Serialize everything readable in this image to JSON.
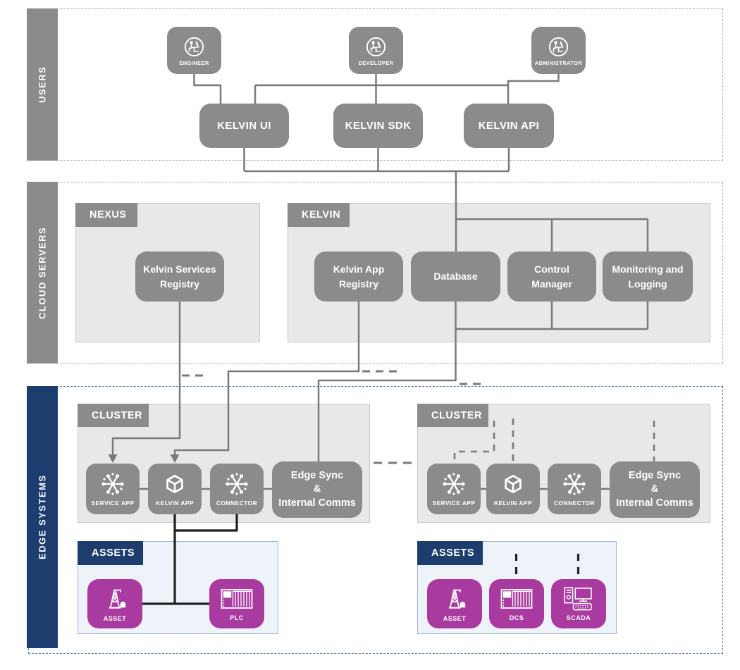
{
  "colors": {
    "node_gray": "#8b8b8b",
    "panel_gray": "#e8e8e8",
    "navy": "#1d3d6e",
    "asset_magenta": "#a93a9f",
    "line_gray": "#7a7a7a",
    "line_black": "#1f1f1f",
    "band_border_gray": "#ababab",
    "band_border_blue": "#4878b4",
    "assets_panel_bg": "#eef3fa",
    "assets_panel_border": "#9db8d6"
  },
  "bands": {
    "users": {
      "label": "USERS"
    },
    "cloud": {
      "label": "CLOUD SERVERS"
    },
    "edge": {
      "label": "EDGE SYSTEMS"
    }
  },
  "users": {
    "actors": [
      {
        "label": "ENGINEER",
        "icon": "seated-user-icon"
      },
      {
        "label": "DEVELOPER",
        "icon": "seated-user-icon"
      },
      {
        "label": "ADMINISTRATOR",
        "icon": "seated-user-icon"
      }
    ],
    "apps": [
      {
        "label": "KELVIN UI"
      },
      {
        "label": "KELVIN SDK"
      },
      {
        "label": "KELVIN API"
      }
    ]
  },
  "cloud": {
    "nexus": {
      "tab": "NEXUS",
      "nodes": [
        {
          "label": "Kelvin Services Registry"
        }
      ]
    },
    "kelvin": {
      "tab": "KELVIN",
      "nodes": [
        {
          "label": "Kelvin App Registry"
        },
        {
          "label": "Database"
        },
        {
          "label": "Control Manager"
        },
        {
          "label": "Monitoring and Logging"
        }
      ]
    }
  },
  "edge": {
    "clusters": [
      {
        "tab": "CLUSTER",
        "nodes": [
          {
            "label": "SERVICE APP",
            "icon": "hub-icon"
          },
          {
            "label": "KELVIN APP",
            "icon": "cube-icon"
          },
          {
            "label": "CONNECTOR",
            "icon": "hub-icon"
          }
        ],
        "edge_sync": {
          "lines": [
            "Edge Sync",
            "&",
            "Internal Comms"
          ]
        }
      },
      {
        "tab": "CLUSTER",
        "nodes": [
          {
            "label": "SERVICE APP",
            "icon": "hub-icon"
          },
          {
            "label": "KELVIN APP",
            "icon": "cube-icon"
          },
          {
            "label": "CONNECTOR",
            "icon": "hub-icon"
          }
        ],
        "edge_sync": {
          "lines": [
            "Edge Sync",
            "&",
            "Internal Comms"
          ]
        }
      }
    ],
    "assets": [
      {
        "tab": "ASSETS",
        "items": [
          {
            "label": "ASSET",
            "icon": "oil-derrick-icon"
          },
          {
            "label": "PLC",
            "icon": "plc-rack-icon"
          }
        ]
      },
      {
        "tab": "ASSETS",
        "items": [
          {
            "label": "ASSET",
            "icon": "oil-derrick-icon"
          },
          {
            "label": "DCS",
            "icon": "dcs-rack-icon"
          },
          {
            "label": "SCADA",
            "icon": "scada-workstation-icon"
          }
        ]
      }
    ]
  }
}
